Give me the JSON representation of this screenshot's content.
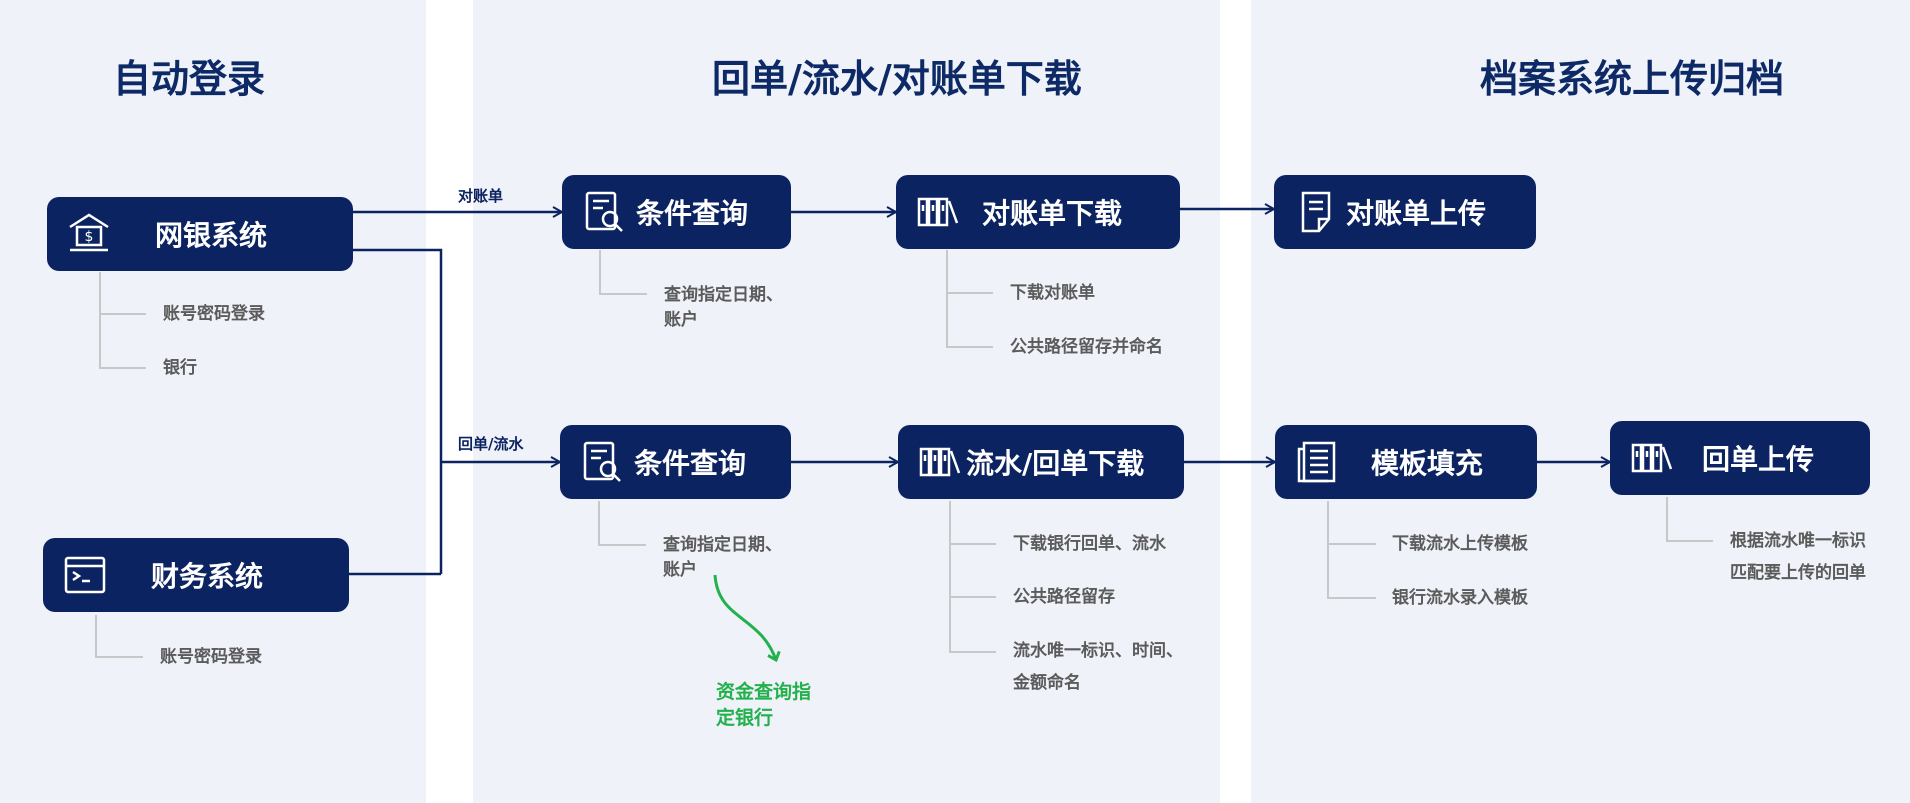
{
  "columns": [
    {
      "title": "自动登录"
    },
    {
      "title": "回单/流水/对账单下载"
    },
    {
      "title": "档案系统上传归档"
    }
  ],
  "nodes": {
    "bank_system": {
      "label": "网银系统",
      "icon": "bank-icon"
    },
    "finance_system": {
      "label": "财务系统",
      "icon": "terminal-window-icon"
    },
    "query_statement": {
      "label": "条件查询",
      "icon": "search-document-icon"
    },
    "download_statement": {
      "label": "对账单下载",
      "icon": "binders-icon"
    },
    "upload_statement": {
      "label": "对账单上传",
      "icon": "document-icon"
    },
    "query_flow": {
      "label": "条件查询",
      "icon": "search-document-icon"
    },
    "download_flow": {
      "label": "流水/回单下载",
      "icon": "binders-icon"
    },
    "template_fill": {
      "label": "模板填充",
      "icon": "document-list-icon"
    },
    "receipt_upload": {
      "label": "回单上传",
      "icon": "binders-icon"
    }
  },
  "edges": {
    "statement": "对账单",
    "receipt_flow": "回单/流水"
  },
  "notes": {
    "bank_1": "账号密码登录",
    "bank_2": "银行",
    "finance_1": "账号密码登录",
    "query_statement_1": "查询指定日期、",
    "query_statement_2": "账户",
    "download_statement_1": "下载对账单",
    "download_statement_2": "公共路径留存并命名",
    "query_flow_1": "查询指定日期、",
    "query_flow_2": "账户",
    "download_flow_1": "下载银行回单、流水",
    "download_flow_2": "公共路径留存",
    "download_flow_3": "流水唯一标识、时间、",
    "download_flow_4": "金额命名",
    "template_fill_1": "下载流水上传模板",
    "template_fill_2": "银行流水录入模板",
    "receipt_upload_1": "根据流水唯一标识",
    "receipt_upload_2": "匹配要上传的回单"
  },
  "annotation": {
    "line1": "资金查询指",
    "line2": "定银行"
  },
  "colors": {
    "node_fill": "#0c2362",
    "panel_bg": "#eff2f8",
    "title": "#0e2a66",
    "connector": "#0c2362",
    "note_text": "#5b5b5b",
    "note_line": "#c8c8c8",
    "annotation": "#22b14c"
  }
}
